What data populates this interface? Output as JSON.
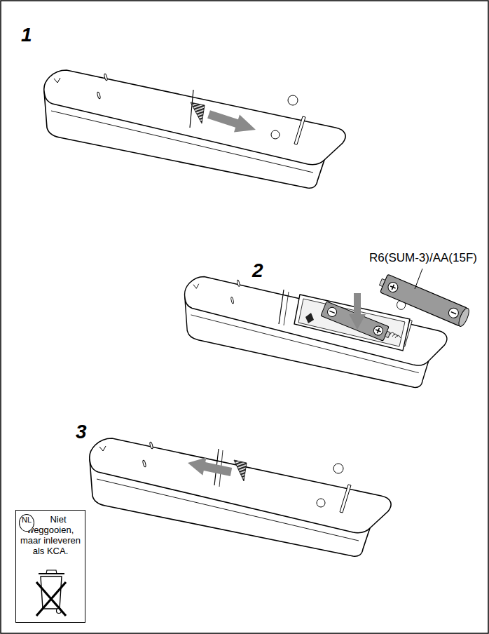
{
  "diagram": {
    "nodes": [
      {
        "text": [
          "Niet weggooien, maar inleveren als KCA."
        ]
      },
      {
        "text": [
          "NL"
        ],
        "in": 0
      }
    ],
    "labels": [
      "1",
      "2",
      "3",
      "R6(SUM-3)/AA(15F)"
    ]
  }
}
